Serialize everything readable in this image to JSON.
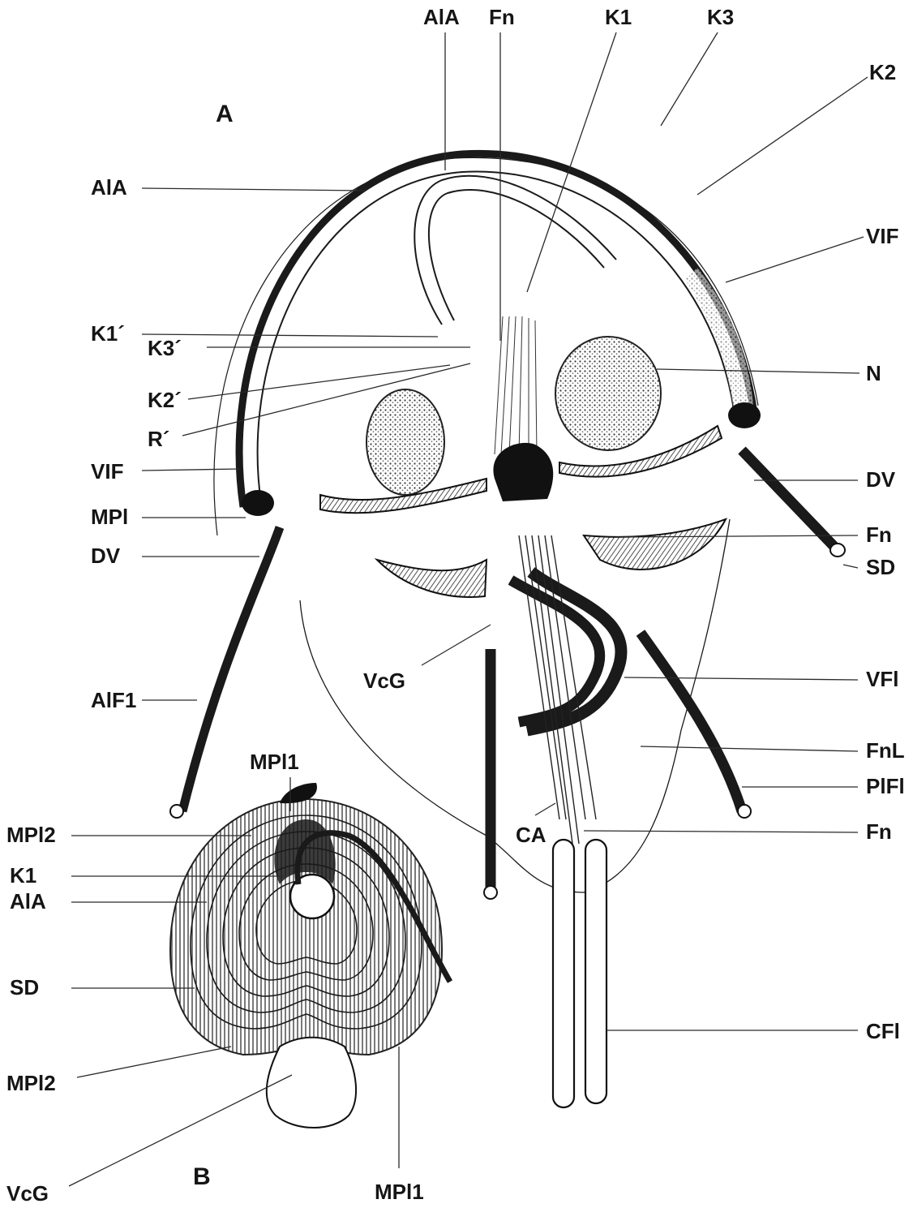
{
  "figure": {
    "panel_a": "A",
    "panel_b": "B"
  },
  "labels_a": {
    "aia_top": "AlA",
    "fn_top": "Fn",
    "k1_top": "K1",
    "k3_top": "K3",
    "k2_top": "K2",
    "aia_left": "AlA",
    "vif_right": "VIF",
    "k1p": "K1´",
    "k3p": "K3´",
    "k2p": "K2´",
    "rp": "R´",
    "n": "N",
    "vif_left": "VIF",
    "dv_right": "DV",
    "mpi": "MPl",
    "fn_right": "Fn",
    "dv_left": "DV",
    "sd_right": "SD",
    "vcg": "VcG",
    "vfi": "VFl",
    "aif1": "AlF1",
    "fnl": "FnL",
    "pifi": "PlFl",
    "ca": "CA",
    "fn_bottom": "Fn",
    "cfi": "CFl"
  },
  "labels_b": {
    "mpi1_top": "MPl1",
    "mpi2_top": "MPl2",
    "k1": "K1",
    "aia": "AlA",
    "sd": "SD",
    "mpi2_bottom": "MPl2",
    "vcg": "VcG",
    "mpi1_bottom": "MPl1"
  }
}
